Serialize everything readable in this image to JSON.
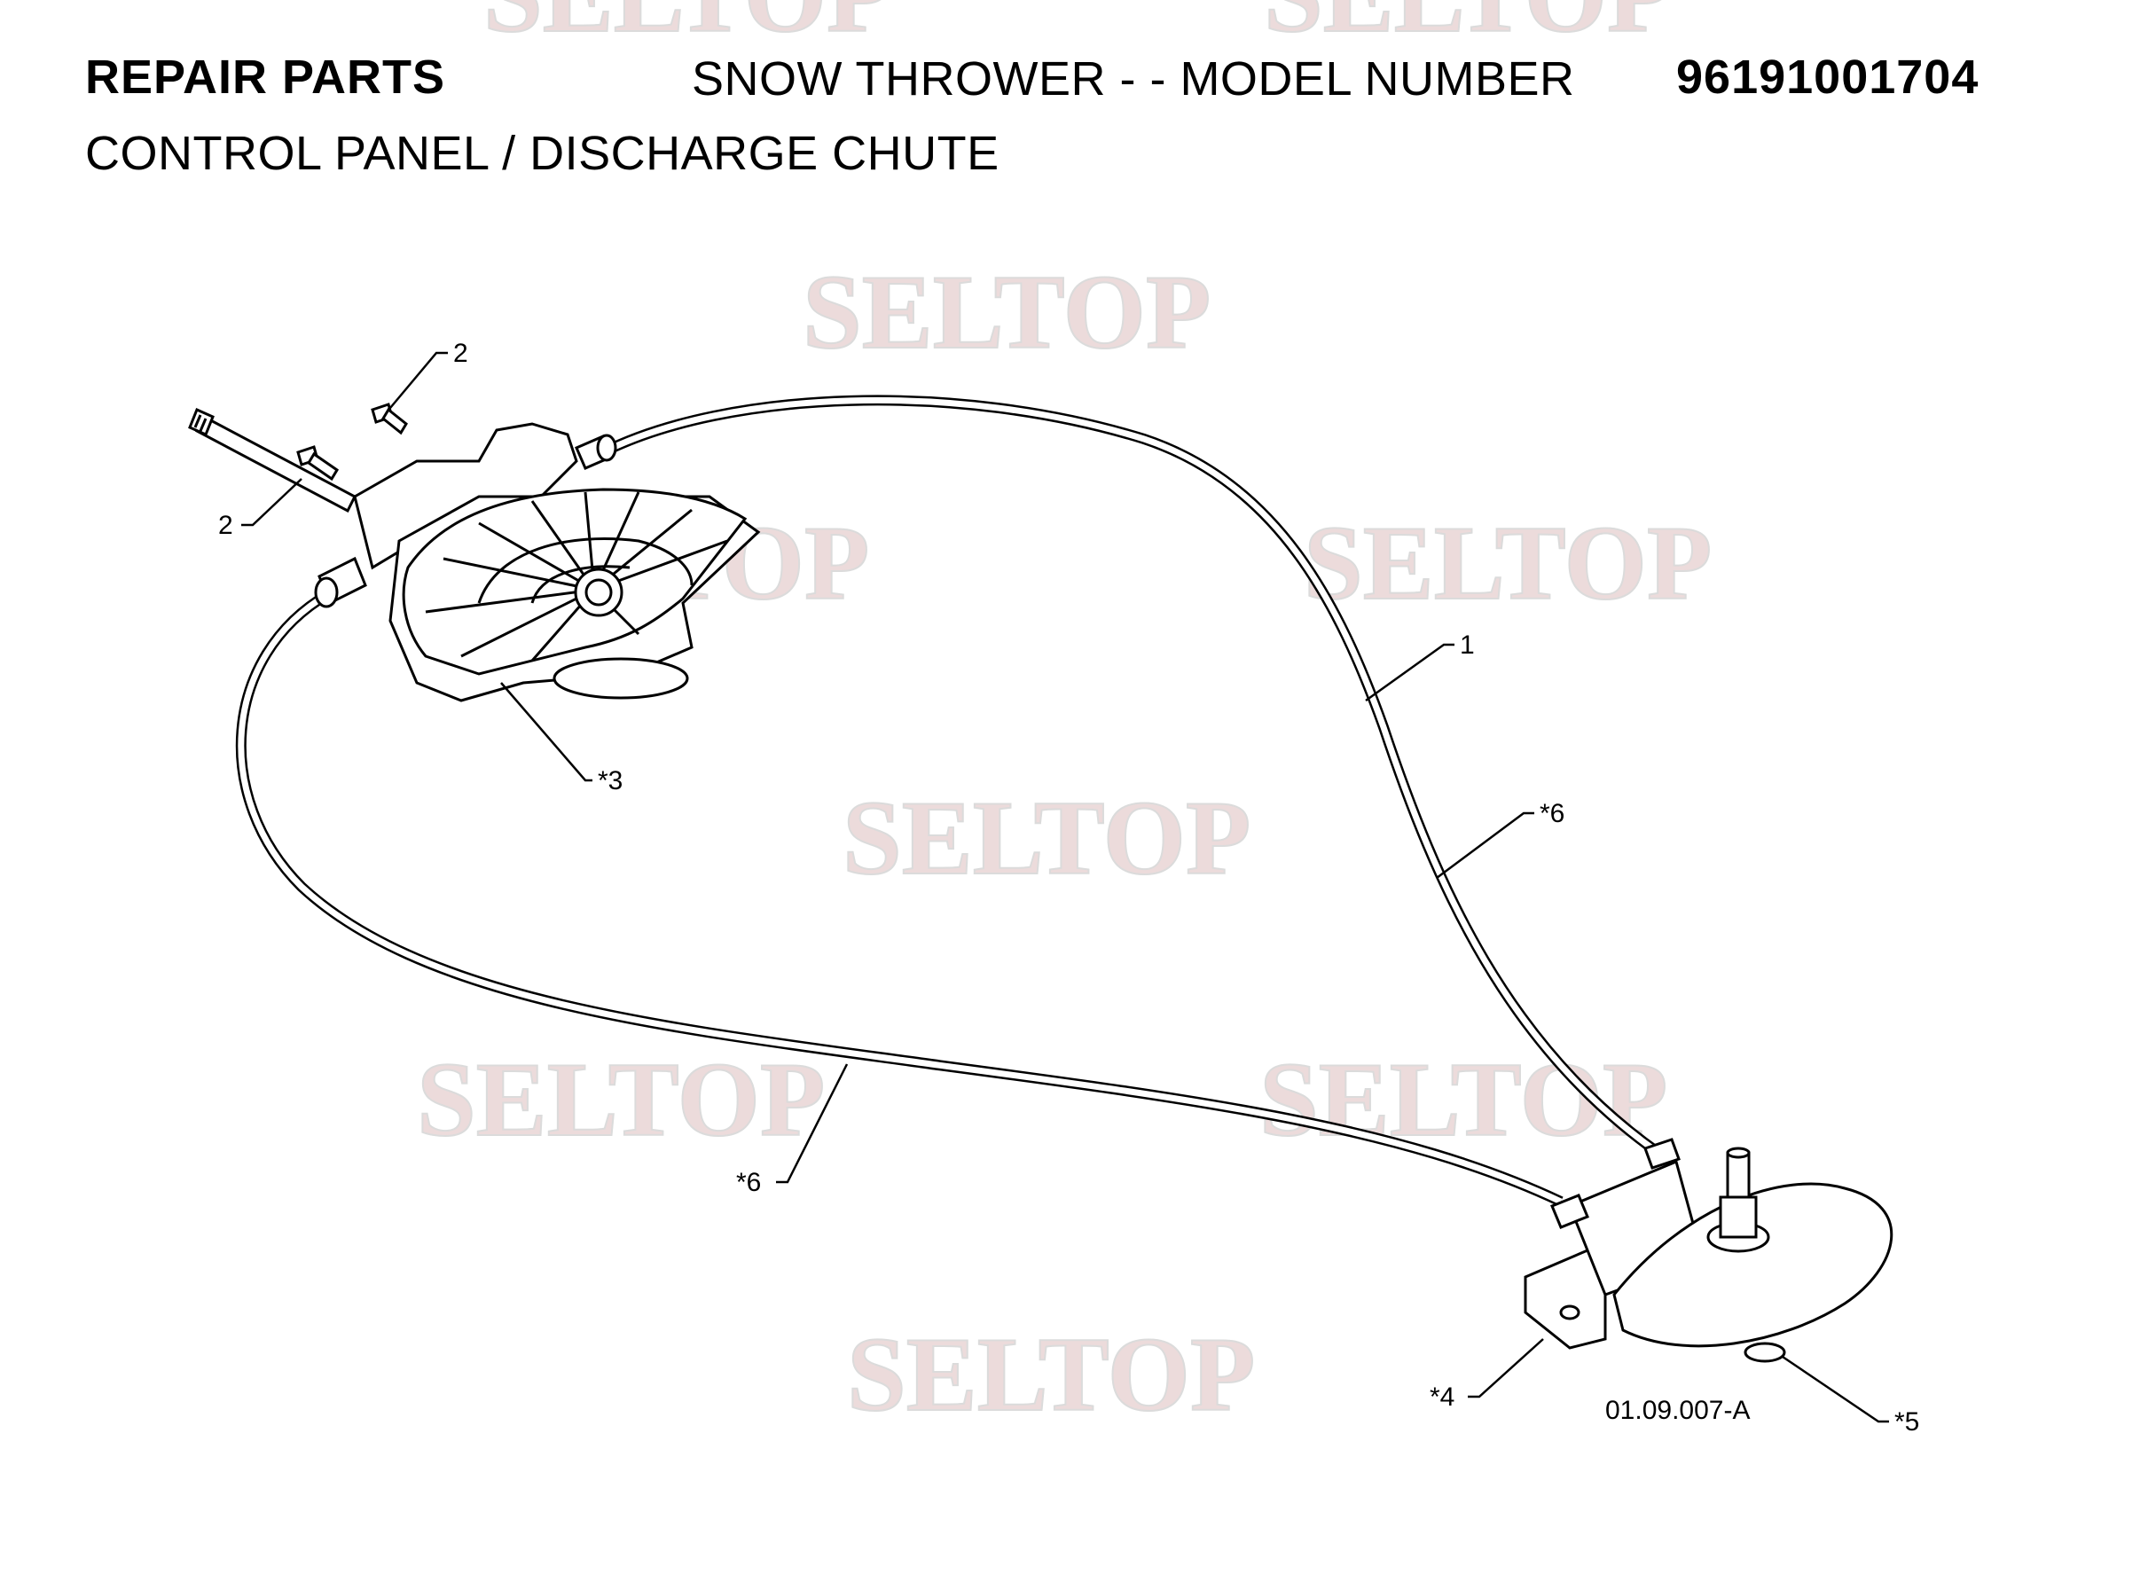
{
  "header": {
    "left": "REPAIR PARTS",
    "middle": "SNOW THROWER - - MODEL NUMBER",
    "model_number": "96191001704",
    "subtitle": "CONTROL PANEL / DISCHARGE CHUTE"
  },
  "watermark": "SELTOP",
  "callouts": {
    "bolt_top": "2",
    "bolt_left": "2",
    "cable_upper": "1",
    "control_panel": "*3",
    "cable_right": "*6",
    "cable_lower": "*6",
    "bracket": "*4",
    "chute_base": "*5"
  },
  "drawing_number": "01.09.007-A"
}
